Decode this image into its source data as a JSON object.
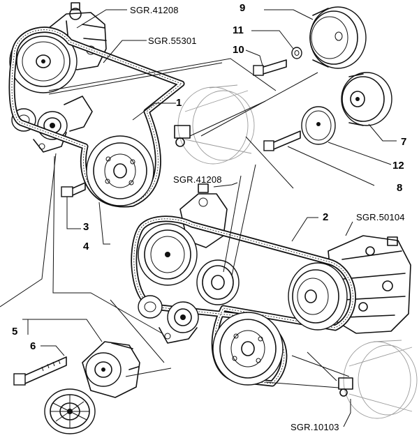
{
  "references": {
    "top_pump": "SGR.41208",
    "top_tensioner": "SGR.55301",
    "mid_pump": "SGR.41208",
    "compressor": "SGR.50104",
    "alternator": "SGR.10103"
  },
  "callouts": {
    "c1": "1",
    "c2": "2",
    "c3": "3",
    "c4": "4",
    "c5": "5",
    "c6": "6",
    "c7": "7",
    "c8": "8",
    "c9": "9",
    "c10": "10",
    "c11": "11",
    "c12": "12"
  }
}
